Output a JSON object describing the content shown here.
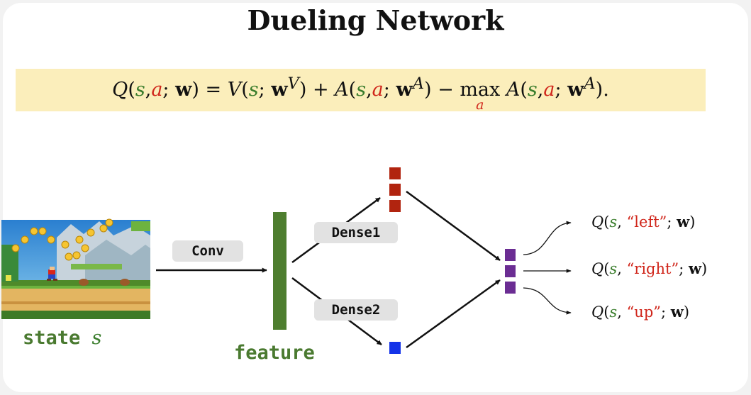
{
  "title": "Dueling Network",
  "formula": {
    "Q": "Q",
    "V": "V",
    "A": "A",
    "s": "s",
    "a": "a",
    "w": "w",
    "sup_V": "V",
    "sup_A": "A",
    "max": "max",
    "max_sub": "a",
    "lp": "(",
    "rp": ")",
    "comma": ",",
    "semi": ";",
    "eq": " = ",
    "plus": " + ",
    "minus": " − ",
    "end": "."
  },
  "state": {
    "caption_prefix": "state",
    "caption_var": "s"
  },
  "labels": {
    "conv": "Conv",
    "dense1": "Dense1",
    "dense2": "Dense2",
    "feature": "feature"
  },
  "outputs": [
    {
      "q": "Q",
      "s": "s",
      "action": "“left”",
      "w": "w"
    },
    {
      "q": "Q",
      "s": "s",
      "action": "“right”",
      "w": "w"
    },
    {
      "q": "Q",
      "s": "s",
      "action": "“up”",
      "w": "w"
    }
  ],
  "colors": {
    "feature_bar": "#4e7e2f",
    "advantage_blocks": "#b1240f",
    "value_block": "#1433e8",
    "q_blocks": "#6b2d93",
    "formula_bg": "#fbeebb",
    "state_green": "#3a7d2c",
    "action_red": "#d0261b"
  }
}
